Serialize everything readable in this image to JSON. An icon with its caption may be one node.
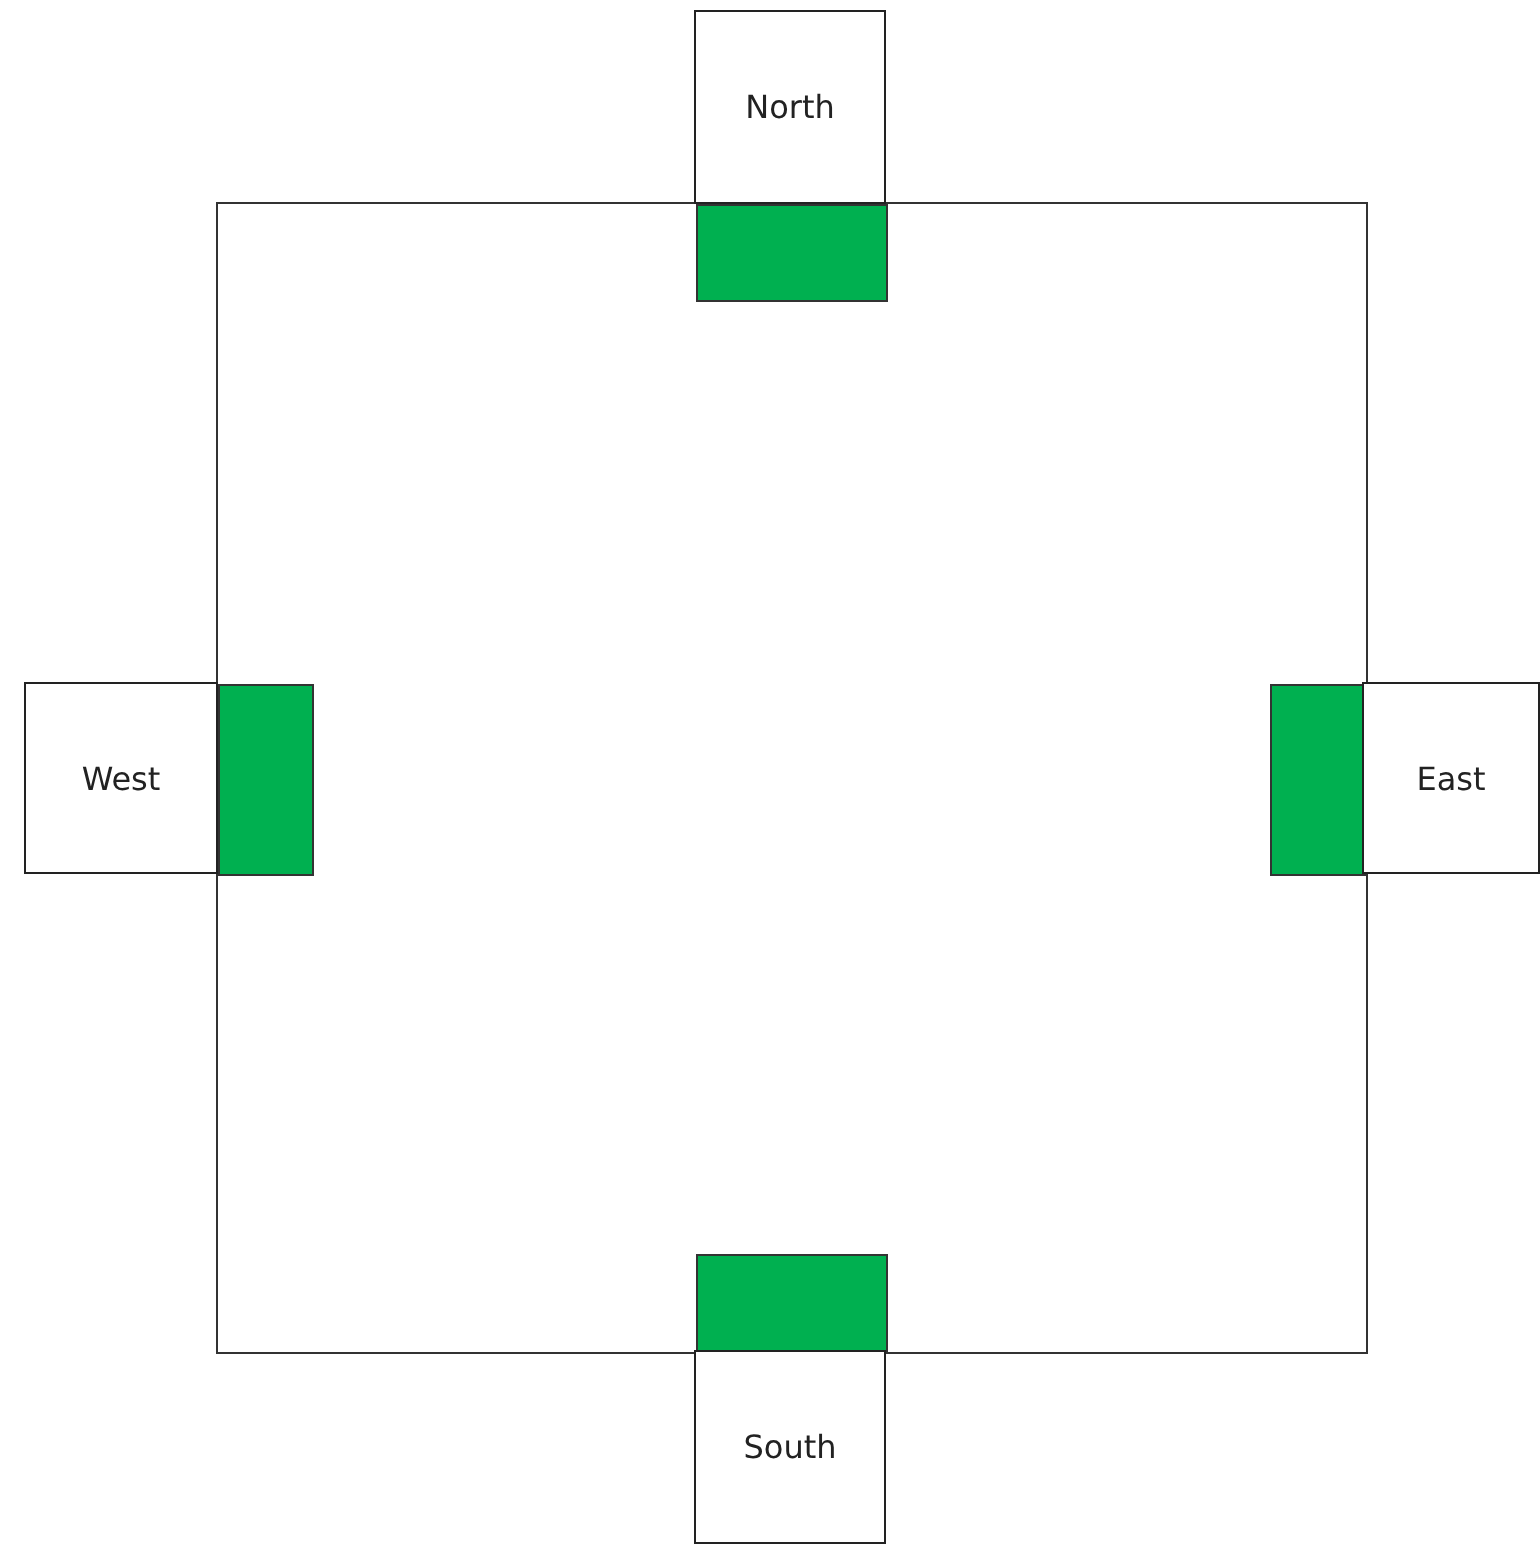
{
  "diagram": {
    "nodes": [
      {
        "text": [],
        "shape": "box"
      },
      {
        "text": [
          "North"
        ]
      },
      {
        "text": [],
        "shape": "bar",
        "in": 0
      },
      {
        "text": [
          "West"
        ]
      },
      {
        "text": [],
        "shape": "bar",
        "in": 0
      },
      {
        "text": [],
        "shape": "bar",
        "in": 0
      },
      {
        "text": [
          "East"
        ]
      },
      {
        "text": [],
        "shape": "bar",
        "in": 0
      },
      {
        "text": [
          "South"
        ]
      }
    ]
  }
}
